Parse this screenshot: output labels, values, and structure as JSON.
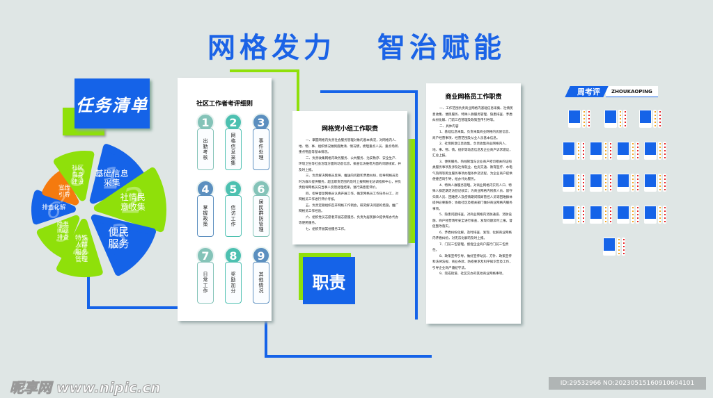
{
  "title": {
    "left": "网格发力",
    "right": "智治赋能"
  },
  "task_list": {
    "label": "任务清单",
    "petals": [
      {
        "label": "基础信息采集",
        "color": "#1563e8",
        "number": "1"
      },
      {
        "label": "社情民意收集",
        "color": "#8fe00a",
        "number": "2"
      },
      {
        "label": "便民服务",
        "color": "#1563e8",
        "number": "3"
      },
      {
        "label": "特殊人群服务管理",
        "color": "#8fe00a",
        "number": "4"
      },
      {
        "label": "隐患问题排查",
        "color": "#8fe00a",
        "number": "5"
      },
      {
        "label": "排查化解",
        "color": "#1563e8",
        "number": "6"
      },
      {
        "label": "宣传引导",
        "color": "#f57a0e",
        "number": "7"
      },
      {
        "label": "社区自身建设",
        "color": "#8fe00a",
        "number": "8"
      }
    ]
  },
  "assessment": {
    "title": "社区工作者考评细则",
    "items": [
      {
        "n": "1",
        "label": "出勤考核",
        "color": "#84c3b8"
      },
      {
        "n": "2",
        "label": "网格信息采集",
        "color": "#4cc0b0"
      },
      {
        "n": "3",
        "label": "事件处理",
        "color": "#5b8fbf"
      },
      {
        "n": "4",
        "label": "掌握政策",
        "color": "#5b8fbf"
      },
      {
        "n": "5",
        "label": "信访工作",
        "color": "#4cc0b0"
      },
      {
        "n": "6",
        "label": "居民群防管理",
        "color": "#84c3b8"
      },
      {
        "n": "7",
        "label": "日常工作",
        "color": "#84c3b8"
      },
      {
        "n": "8",
        "label": "奖励加分",
        "color": "#4cc0b0"
      },
      {
        "n": "9",
        "label": "其他情况",
        "color": "#5b8fbf"
      }
    ]
  },
  "party_group": {
    "title": "网格党小组工作职责",
    "paragraphs": [
      "一、掌握网格内负责社会服务管理对象的基本情况，对网格内人、地、物、事、组织情况做到底数清、情况明，梳理重点人员、重点场所、重点物品等基本情况。",
      "二、负责收集网格内政务服务、公共服务、治安秩序、安全生产、环境卫生等社会治理方面的动态信息，排查信访维稳方面的问题线索，并及时上报。",
      "三、负责解决网格员反映、推送的问题和矛盾纠纷，指导网格员及时为群众提供服务，超出职责范围的及时上报网格化协调指挥中心，并负责指导网格员向当事人反馈处理结果，进行满意度评价。",
      "四、指导督促网格员认真开展工作，确定网格员工作任务分工，对网格员工作进行评价考核。",
      "五、负责定期组织召开网格工作例会，研究解决问题的措施，推广网格员工作经验。",
      "六、组织党员志愿者开展志愿服务，负责为居民群众提供帮办代办等便民服务。",
      "七、组织开展其他服务工作。"
    ]
  },
  "duty_label": "职责",
  "commercial": {
    "title": "商业网格员工作职责",
    "paragraphs": [
      "一、工作范围负责商业网格内基础信息采集、社情民意收集、便民服务、特殊人群服务管理、隐患排查、矛盾纠纷化解、门前三包管理及政策宣传引导等。",
      "二、具体内容",
      "1、基础信息采集。负责采集商业网格内房屋信息、商户经营事项、经营范围及从业人员基本信息。",
      "2、社情民意信息收集。负责收集商业网格内人、地、事、物、情，组织等动态信息及企业商户诉求建议，汇总上报。",
      "3、便民服务。热线管理与企业商户密切相关的证照类服务事项及涉及社保就业、住房交通、教育医疗、水电气热网等民生服务事项办理条件及流程，为企业商户提供便捷咨询引导，给办代办服务。",
      "4、特殊人群服务管理。对商业网格内实有人口、特殊人群定期走访登记核实；为商业网格内残疾人员、留守归来人员、困难老人及疫情期间隔离管控人员等困难群体提供必要服务；协助社区及相关部门做好商业网格内服务事项。",
      "5、隐患问题排查。对商业网格内消防通道、消防设施、商户经营场所安全进行排查，发现问题及时上报，督促整改落实。",
      "6、矛盾纠纷化解。及时排查、发现、化解商业网格内矛盾纠纷，对无法化解的及时上报。",
      "7、门前三包管理。督促企业商户履行门前三包责任。",
      "8、政策宣传引导。做好宣传动员、方针、政策宣传和法律法规、商业条款、防疫要求及科学知识普及工作，引导企业商户遵纪守法。",
      "9、完成街道、社区交办的其他商业网格事项。"
    ]
  },
  "weekly": {
    "label": "周考评",
    "en": "ZHOUKAOPING",
    "cards_per_row": [
      3,
      4,
      4,
      4,
      1
    ],
    "photo_color": "#1563e8",
    "star_colors": [
      "#f5a623",
      "#e8262a"
    ]
  },
  "watermark": {
    "logo": "昵享网 www.nipic.cn",
    "id": "ID:29532966 NO:20230515160910604101"
  }
}
